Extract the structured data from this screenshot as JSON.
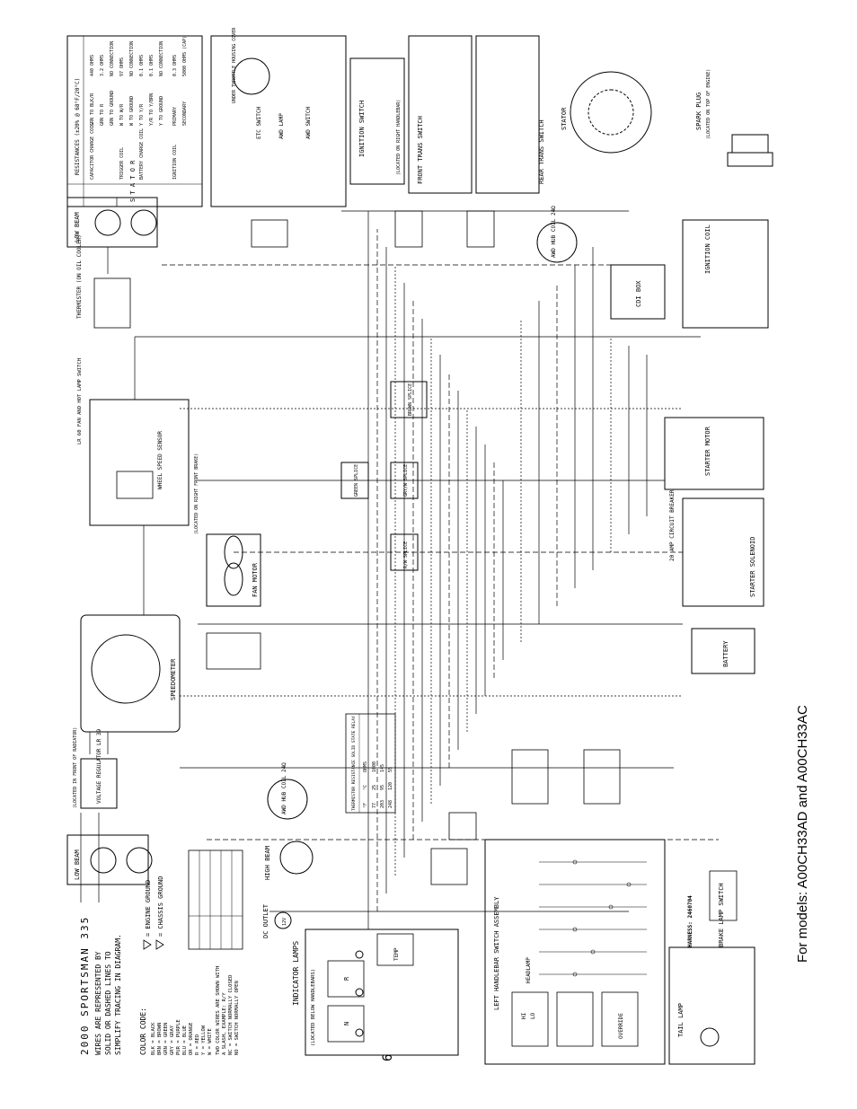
{
  "header": {
    "title": "2000 SPORTSMAN 335",
    "note_lines": [
      "WIRES ARE REPRESENTED BY",
      "SOLID OR DASHED LINES TO",
      "SIMPLIFY TRACING IN DIAGRAM."
    ]
  },
  "legend": {
    "color_code_title": "COLOR CODE:",
    "colors": [
      "BLK = BLACK",
      "BRN = BROWN",
      "GRN = GREEN",
      "GRY = GRAY",
      "PUR = PURPLE",
      "BLU = BLUE",
      "OR = ORANGE",
      "R = RED",
      "Y = YELLOW",
      "W = WHITE"
    ],
    "ground_engine": "= ENGINE GROUND",
    "ground_chassis": "= CHASSIS GROUND",
    "switch_notes": [
      "TWO COLOR WIRES ARE SHOWN WITH",
      "A SLASH, EXAMPLE: R/Y",
      "NC = SWITCH NORMALLY CLOSED",
      "NO = SWITCH NORMALLY OPEN"
    ]
  },
  "stator_table": {
    "title": "RESISTANCES (±20% @ 68°F/20°C)",
    "side_label": "S T A T O R",
    "rows": [
      [
        "CAPACITOR CHARGE COIL",
        "GRN TO BLK/R",
        "440 OHMS"
      ],
      [
        "",
        "GRN TO R",
        "3.2 OHMS"
      ],
      [
        "",
        "GRN TO GROUND",
        "NO CONNECTION"
      ],
      [
        "TRIGGER COIL",
        "W TO W/R",
        "97 OHMS"
      ],
      [
        "",
        "W TO GROUND",
        "NO CONNECTION"
      ],
      [
        "BATTERY CHARGE COIL",
        "Y TO Y/R",
        "0.1 OHMS"
      ],
      [
        "",
        "Y/R TO Y/BRN",
        "0.1 OHMS"
      ],
      [
        "",
        "Y TO GROUND",
        "NO CONNECTION"
      ],
      [
        "IGNITION COIL",
        "PRIMARY",
        "0.3 OHMS"
      ],
      [
        "",
        "SECONDARY",
        "5000 OHMS (CAP)"
      ]
    ]
  },
  "thermistor_table": {
    "title": "THERMISTOR RESISTANCE SOLID STATE RELAY",
    "headers": [
      "°F",
      "°C",
      "OHMS"
    ],
    "rows": [
      [
        "77",
        "25",
        "1000"
      ],
      [
        "203",
        "95",
        "145"
      ],
      [
        "248",
        "120",
        "55"
      ]
    ]
  },
  "components": {
    "low_beam_top": "LOW BEAM",
    "low_beam_bottom": "LOW BEAM",
    "high_beam": "HIGH BEAM",
    "thermister": "THERMISTER (ON OIL COOLER)",
    "lr60": "LR 60 FAN AND HOT LAMP SWITCH",
    "wheel_speed": "WHEEL SPEED SENSOR",
    "wheel_speed_note": "(LOCATED ON RIGHT FRONT BRAKE)",
    "fan_motor": "FAN MOTOR",
    "speedometer": "SPEEDOMETER",
    "voltage_regulator": "VOLTAGE REGULATOR LR 39",
    "voltage_regulator_note": "(LOCATED IN FRONT OF RADIATOR)",
    "awd_coil_left": "AWD HUB COIL 24Ω",
    "awd_coil_right": "AWD HUB COIL 24Ω",
    "dc_outlet": "DC OUTLET",
    "dc_outlet_v": "12V",
    "indicator_lamps": "INDICATOR LAMPS",
    "indicator_lamps_note": "(LOCATED BELOW HANDLEBARS)",
    "temp_lamp": "TEMP",
    "left_switch": "LEFT HANDLEBAR SWITCH ASSEMBLY",
    "tail_lamp": "TAIL LAMP",
    "brake_lamp_switch": "BRAKE LAMP SWITCH",
    "ignition_switch": "IGNITION SWITCH",
    "ignition_switch_note": "(LOCATED ON RIGHT HANDLEBAR)",
    "front_trans": "FRONT TRANS SWITCH",
    "rear_trans": "REAR TRANS SWITCH",
    "stator": "STATOR",
    "cdi_box": "CDI BOX",
    "ignition_coil": "IGNITION COIL",
    "spark_plug": "SPARK PLUG",
    "spark_plug_note": "(LOCATED ON TOP OF ENGINE)",
    "starter_motor": "STARTER MOTOR",
    "starter_solenoid": "STARTER SOLENOID",
    "circuit_breaker": "20 AMP CIRCUIT BREAKER",
    "battery": "BATTERY",
    "brown_splice": "BROWN SPLICE",
    "green_splice": "GREEN SPLICE",
    "gryw_splice": "GRY/W SPLICE",
    "rw_splice": "R/W SPLICE",
    "harness": "HARNESS: 2460704",
    "etc_switch": "ETC SWITCH",
    "awd_lamp": "AWD LAMP",
    "awd_switch": "AWD SWITCH",
    "throttle_note": "UNDER THROTTLE HOUSING COVER",
    "override": "OVERRIDE",
    "headlamp": "HEADLAMP"
  },
  "page_number": "6",
  "footer": "For models:  A00CH33AD and A00CH33AC"
}
